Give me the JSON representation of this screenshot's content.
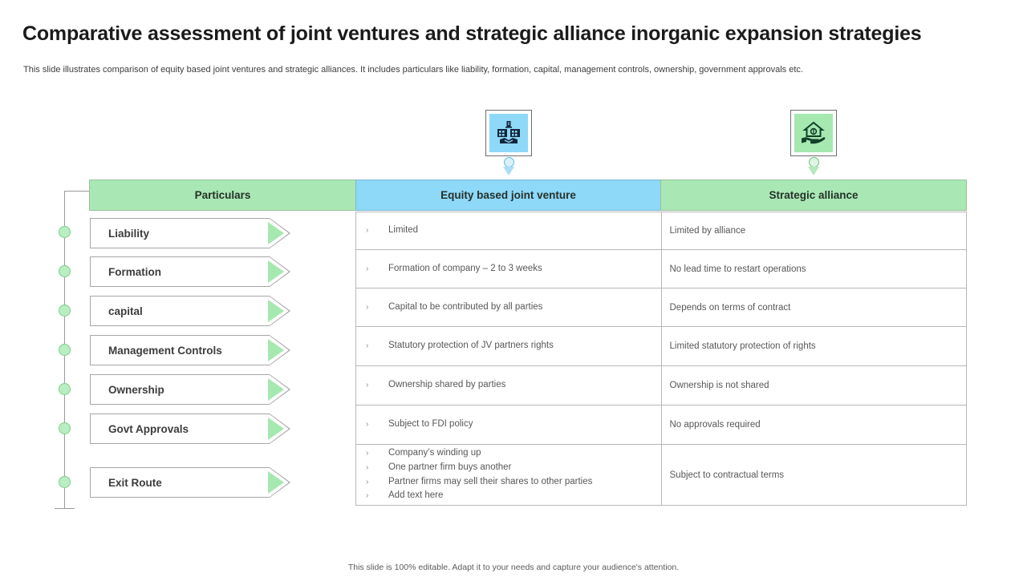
{
  "slide": {
    "title": "Comparative assessment of joint ventures and strategic alliance inorganic expansion strategies",
    "subtitle": "This slide illustrates comparison of equity based joint ventures and strategic alliances. It includes particulars like liability, formation, capital, management controls, ownership, government approvals etc.",
    "footer_note": "This slide is 100% editable. Adapt it to your needs and capture your audience's attention."
  },
  "colors": {
    "header_green": "#a9e8b4",
    "header_blue": "#8ed8f8",
    "arrow_fill": "#a5e8b0",
    "rail_dot": "#b9edc2",
    "table_border": "#b7b7b7",
    "body_text": "#575757"
  },
  "icons": {
    "jv": {
      "name": "two-buildings-handshake-icon",
      "glyph": "partnership",
      "background": "#8ed8f8"
    },
    "sa": {
      "name": "hand-holding-house-icon",
      "glyph": "house-in-hand",
      "background": "#a5e8b0"
    }
  },
  "table": {
    "headers": {
      "particulars": "Particulars",
      "jv": "Equity based joint venture",
      "sa": "Strategic alliance"
    },
    "particulars": [
      "Liability",
      "Formation",
      "capital",
      "Management Controls",
      "Ownership",
      "Govt Approvals",
      "Exit Route"
    ],
    "rows": [
      {
        "jv": [
          "Limited"
        ],
        "sa": "Limited by alliance"
      },
      {
        "jv": [
          "Formation of company – 2 to 3 weeks"
        ],
        "sa": "No lead time to restart operations"
      },
      {
        "jv": [
          "Capital to be contributed by all parties"
        ],
        "sa": "Depends on terms of contract"
      },
      {
        "jv": [
          "Statutory protection of JV partners rights"
        ],
        "sa": "Limited statutory protection of rights"
      },
      {
        "jv": [
          "Ownership shared by parties"
        ],
        "sa": "Ownership is not shared"
      },
      {
        "jv": [
          "Subject to FDI policy"
        ],
        "sa": "No approvals required"
      },
      {
        "jv": [
          "Company’s winding up",
          "One partner firm buys another",
          "Partner firms may sell their shares to other parties",
          "Add text here"
        ],
        "sa": "Subject to contractual terms"
      }
    ],
    "bullet_glyph": "›"
  }
}
